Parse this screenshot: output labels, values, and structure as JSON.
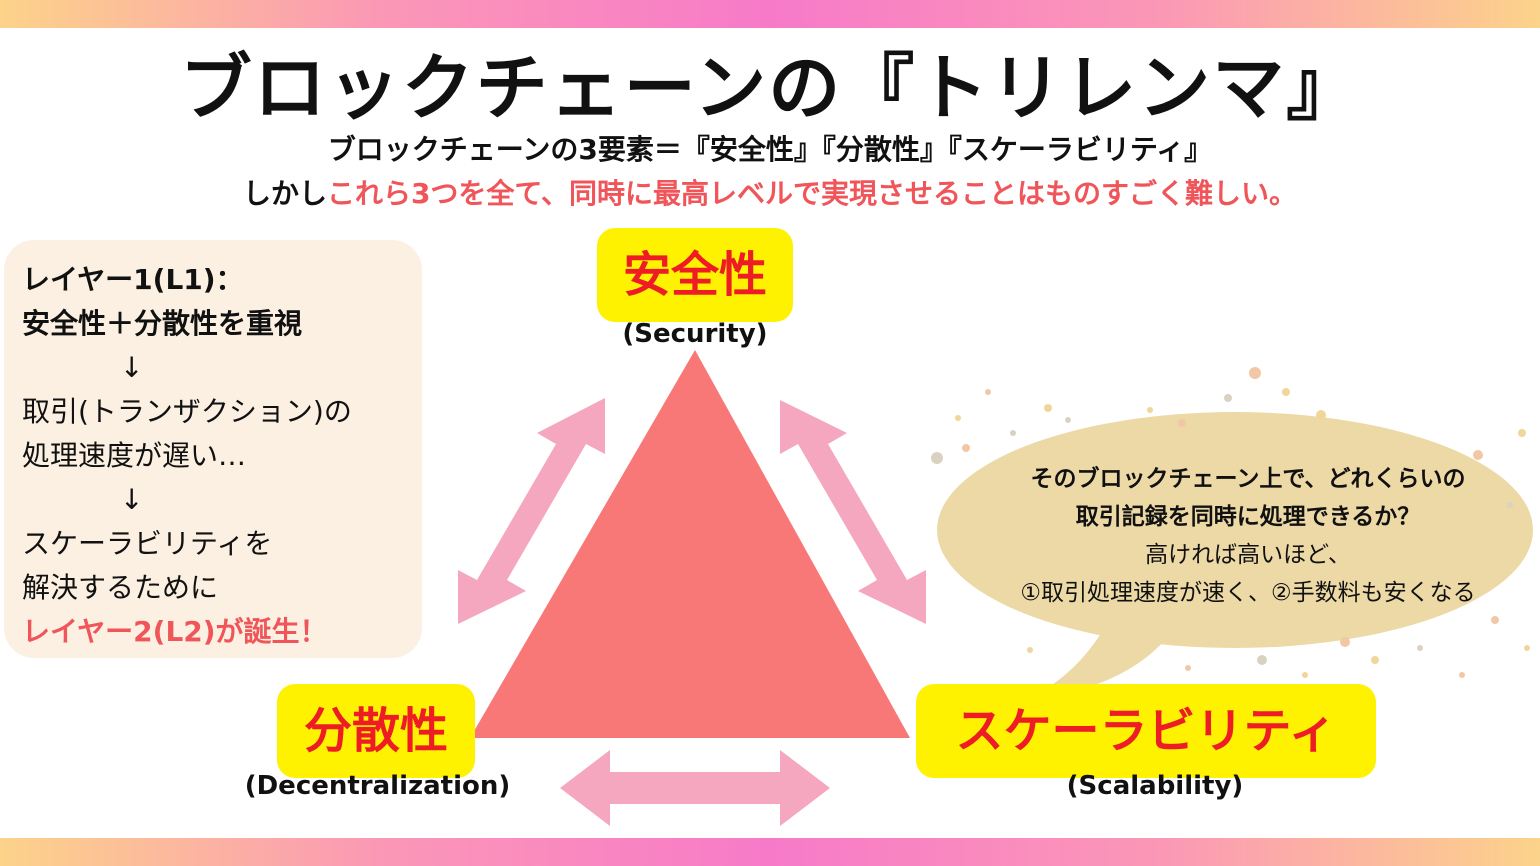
{
  "title": "ブロックチェーンの『トリレンマ』",
  "subtitle_line1": "ブロックチェーンの3要素＝『安全性』『分散性』『スケーラビリティ』",
  "subtitle_line2_prefix": "しかし",
  "subtitle_line2_highlight": "これら3つを全て、同時に最高レベルで実現させることはものすごく難しい。",
  "side_box": {
    "heading_line1": "レイヤー1(L1)：",
    "heading_line2": "安全性＋分散性を重視",
    "arrow1": "↓",
    "text_line1": "取引(トランザクション)の",
    "text_line2": "処理速度が遅い…",
    "arrow2": "↓",
    "text_line3": "スケーラビリティを",
    "text_line4": "解決するために",
    "highlight": "レイヤー2(L2)が誕生！"
  },
  "vertices": {
    "top": {
      "label": "安全性",
      "en": "(Security)"
    },
    "left": {
      "label": "分散性",
      "en": "(Decentralization)"
    },
    "right": {
      "label": "スケーラビリティ",
      "en": "(Scalability)"
    }
  },
  "bubble": {
    "line1": "そのブロックチェーン上で、どれくらいの",
    "line2": "取引記録を同時に処理できるか？",
    "line3": "高ければ高いほど、",
    "line4": "①取引処理速度が速く、②手数料も安くなる"
  },
  "colors": {
    "triangle": "#f87878",
    "arrow": "#f4a7bf",
    "label_bg": "#fff200",
    "label_text": "#ee1c24",
    "highlight_text": "#f0555a",
    "side_box_bg": "#fbf0e1",
    "bubble_bg": "#ecd9a6"
  }
}
